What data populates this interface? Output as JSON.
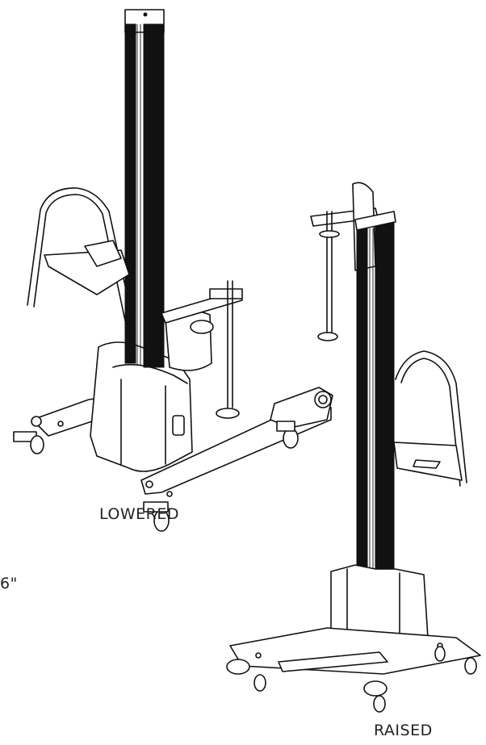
{
  "labels": {
    "lowered": "LOWERED",
    "raised": "RAISED",
    "dimension": "6\""
  },
  "colors": {
    "line": "#111111",
    "background": "#ffffff"
  }
}
